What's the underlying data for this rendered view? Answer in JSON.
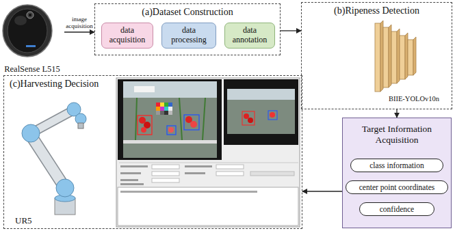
{
  "diagram": {
    "nodes": [
      {
        "text": [
          "RealSense L515"
        ]
      },
      {
        "text": [
          "(a)Dataset Construction"
        ]
      },
      {
        "text": [
          "data acquisition"
        ],
        "in": 1
      },
      {
        "text": [
          "data processing"
        ],
        "in": 1
      },
      {
        "text": [
          "data annotation"
        ],
        "in": 1
      },
      {
        "text": [
          "(b)Ripeness Detection"
        ]
      },
      {
        "text": [
          "Target Information Acquisition"
        ]
      },
      {
        "text": [
          "class information"
        ],
        "in": 6
      },
      {
        "text": [
          "center point coordinates"
        ],
        "in": 6
      },
      {
        "text": [
          "confidence"
        ],
        "in": 6
      },
      {
        "text": [
          "(c)Harvesting Decision"
        ]
      }
    ],
    "edges": [
      {
        "from": 0,
        "to": 1,
        "arrow": "to",
        "label": "image acquisition"
      },
      {
        "from": 1,
        "to": 5,
        "arrow": "to"
      },
      {
        "from": 5,
        "to": 6,
        "arrow": "to"
      },
      {
        "from": 6,
        "to": 10,
        "arrow": "to"
      }
    ],
    "labels": [
      "BIIE-YOLOv10n",
      "UR5"
    ]
  }
}
